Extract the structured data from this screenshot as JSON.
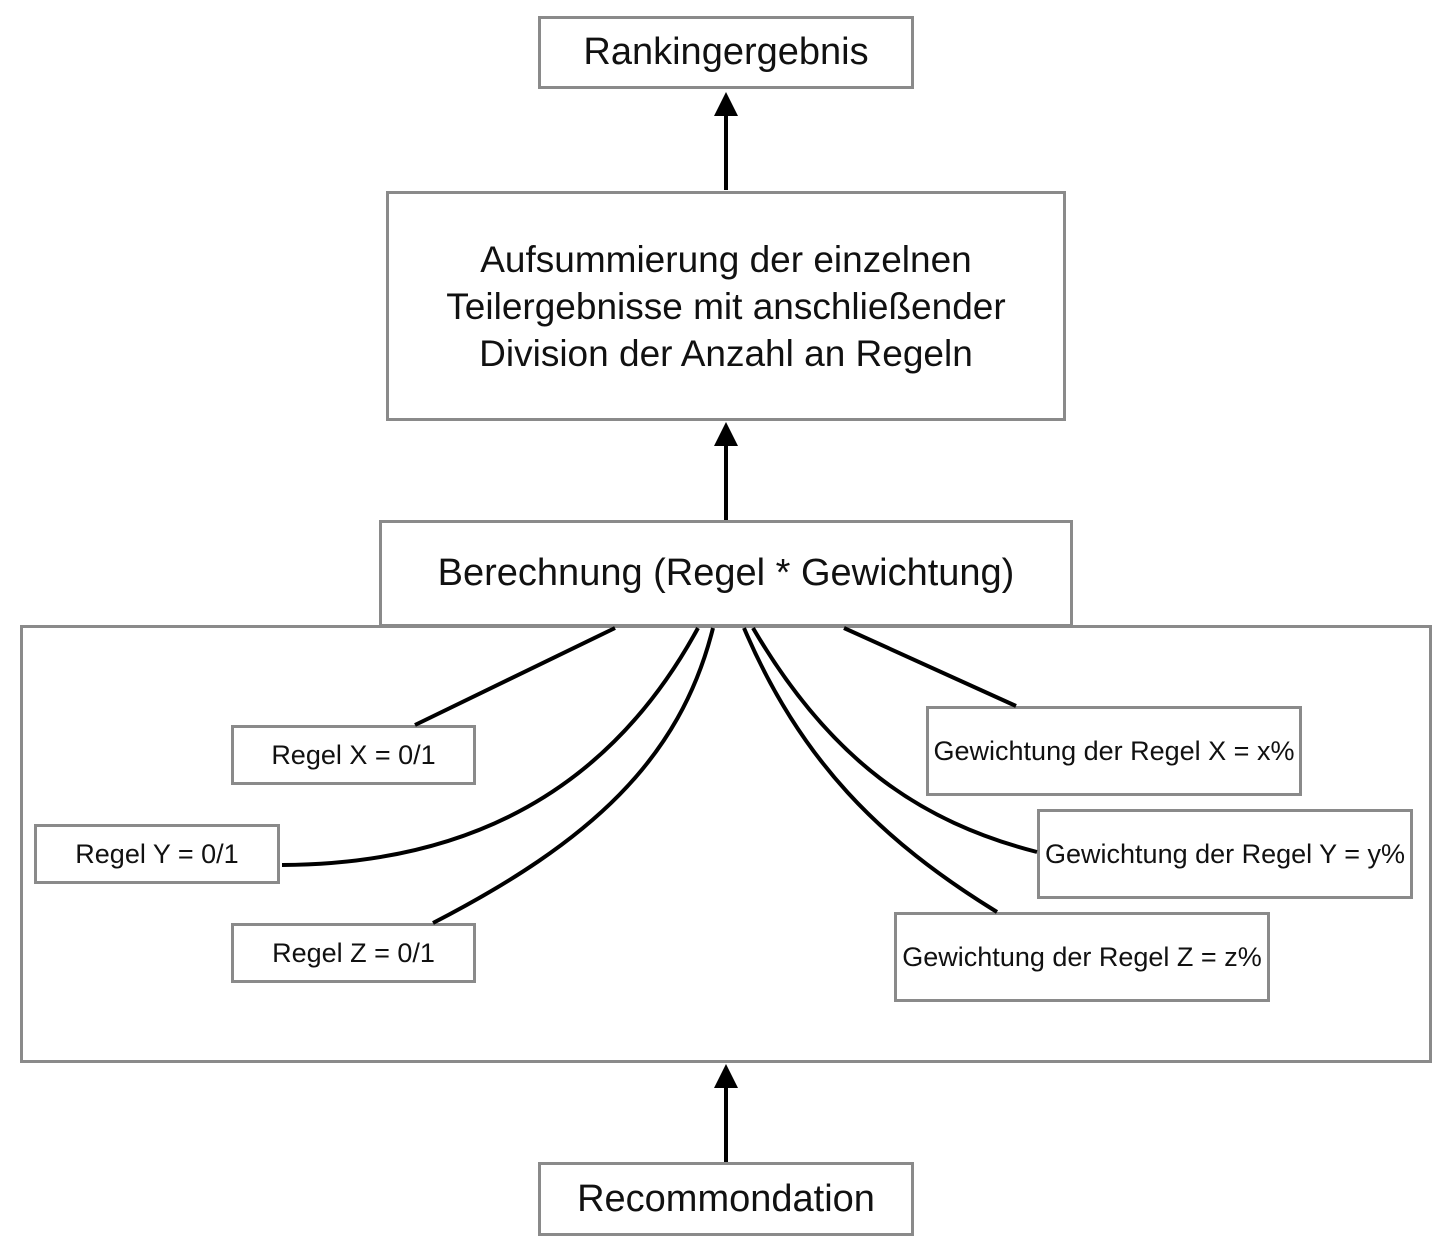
{
  "diagram": {
    "ranking_label": "Rankingergebnis",
    "sum_label": "Aufsummierung der einzelnen\nTeilergebnisse mit anschließender\nDivision der Anzahl an Regeln",
    "calc_label": "Berechnung (Regel * Gewichtung)",
    "recommendation_label": "Recommondation",
    "rules": [
      {
        "label": "Regel X = 0/1"
      },
      {
        "label": "Regel Y = 0/1"
      },
      {
        "label": "Regel Z = 0/1"
      }
    ],
    "weights": [
      {
        "label": "Gewichtung der Regel X = x%"
      },
      {
        "label": "Gewichtung der Regel Y = y%"
      },
      {
        "label": "Gewichtung der Regel Z = z%"
      }
    ]
  }
}
